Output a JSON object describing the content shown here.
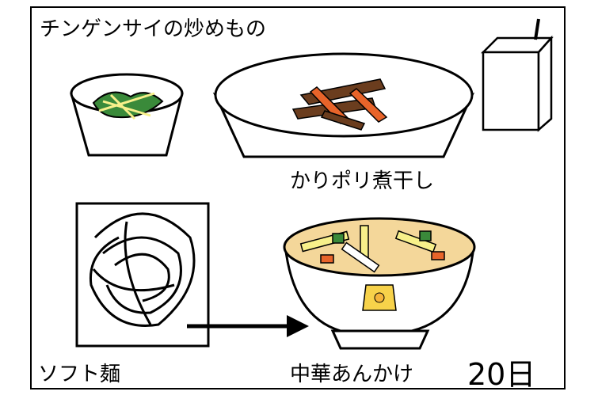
{
  "menu": {
    "title": "チンゲンサイの炒めもの",
    "side_dish": "かりポリ煮干し",
    "noodle": "ソフト麺",
    "soup": "中華あんかけ",
    "date": "20日"
  },
  "icons": [
    "bok-choy-bowl-icon",
    "fish-plate-icon",
    "milk-carton-icon",
    "noodles-icon",
    "soup-bowl-icon",
    "arrow-icon"
  ],
  "colors": {
    "carrot": "#e8642a",
    "fish": "#6b3d1e",
    "greens": "#3a8a3a",
    "soup": "#f4d79a",
    "bamboo": "#f7f08a"
  }
}
